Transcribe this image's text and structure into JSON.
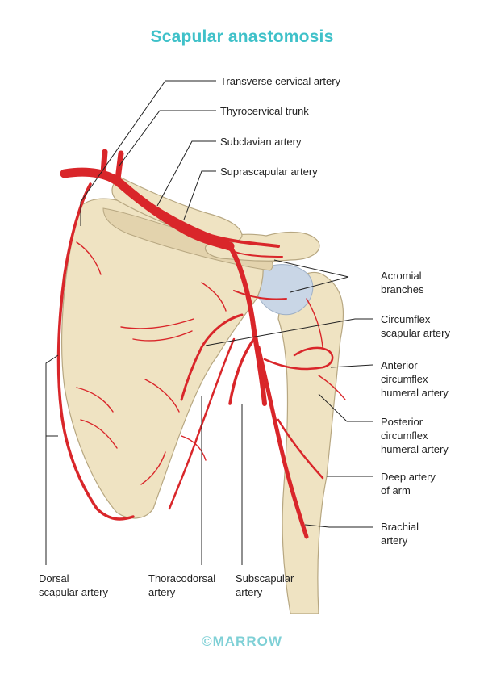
{
  "title": "Scapular anastomosis",
  "labels": {
    "transverse_cervical": "Transverse cervical artery",
    "thyrocervical": "Thyrocervical trunk",
    "subclavian": "Subclavian artery",
    "suprascapular": "Suprascapular artery",
    "acromial": [
      "Acromial",
      "branches"
    ],
    "circumflex_scapular": [
      "Circumflex",
      "scapular artery"
    ],
    "anterior_circumflex": [
      "Anterior",
      "circumflex",
      "humeral artery"
    ],
    "posterior_circumflex": [
      "Posterior",
      "circumflex",
      "humeral artery"
    ],
    "deep_artery": [
      "Deep artery",
      "of arm"
    ],
    "brachial": [
      "Brachial",
      "artery"
    ],
    "dorsal_scapular": [
      "Dorsal",
      "scapular artery"
    ],
    "thoracodorsal": [
      "Thoracodorsal",
      "artery"
    ],
    "subscapular": [
      "Subscapular",
      "artery"
    ]
  },
  "logo": "©MARROW",
  "colors": {
    "title": "#3fc1c9",
    "artery": "#d9262a",
    "bone": "#efe3c2",
    "cartilage": "#c9d6e6",
    "logo": "#7fd0d6"
  }
}
